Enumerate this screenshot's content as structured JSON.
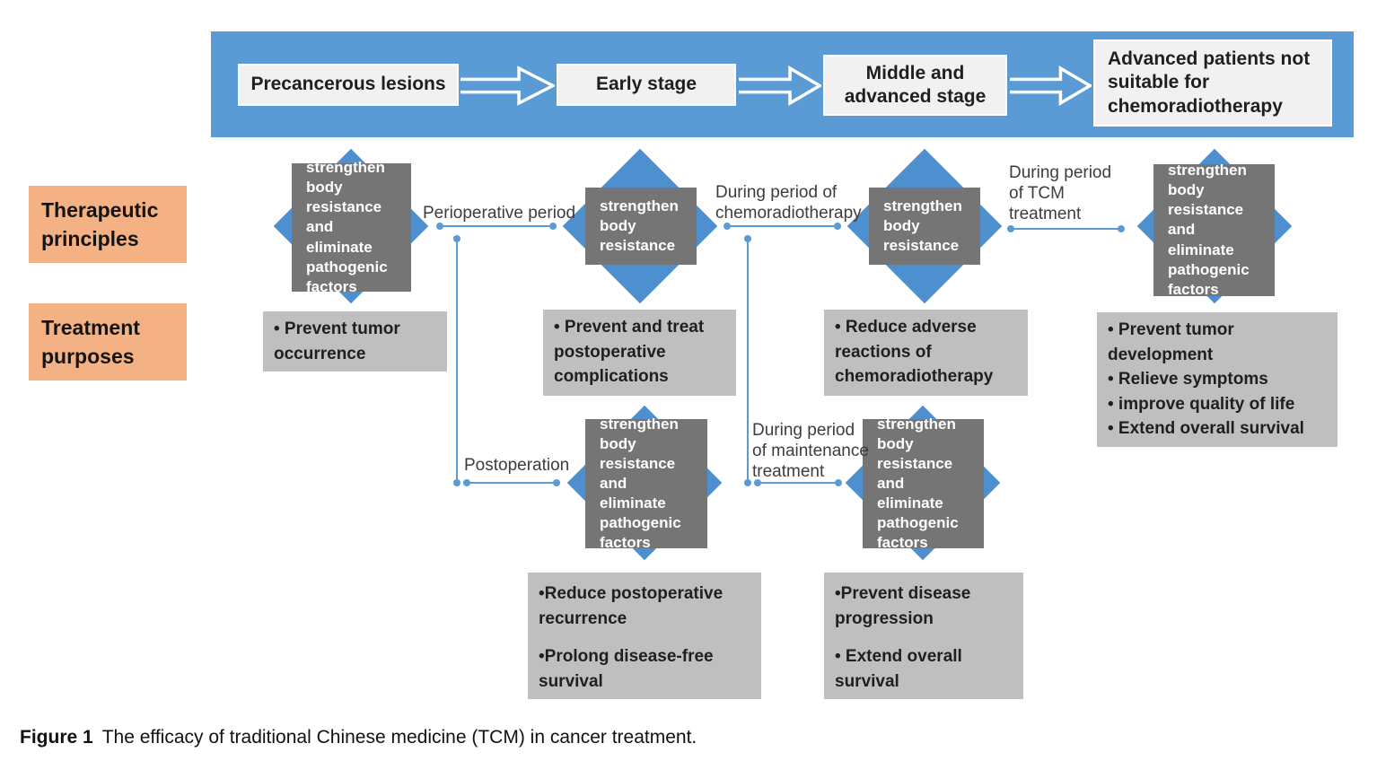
{
  "colors": {
    "banner_blue": "#5B9BD5",
    "diamond_blue": "#4E8FD0",
    "dark_gray": "#757575",
    "light_gray": "#BFBFBF",
    "orange": "#F4B183",
    "connector_blue": "#5B9BD5",
    "stage_box_bg": "#F1F1F1"
  },
  "banner": {
    "stages": [
      "Precancerous lesions",
      "Early stage",
      "Middle and advanced stage",
      "Advanced patients not suitable for chemoradiotherapy"
    ]
  },
  "row_labels": {
    "therapeutic": "Therapeutic principles",
    "treatment": "Treatment purposes"
  },
  "principle_boxes": {
    "col1": "strengthen\nbody\nresistance and\neliminate\npathogenic\nfactors",
    "col2": "strengthen\nbody\nresistance",
    "col3": "strengthen\nbody\nresistance",
    "col4": "strengthen\nbody\nresistance and\neliminate\npathogenic\nfactors",
    "low1": "strengthen\nbody\nresistance and\neliminate\npathogenic\nfactors",
    "low2": "strengthen\nbody\nresistance and\neliminate\npathogenic\nfactors"
  },
  "connector_labels": {
    "perioperative": "Perioperative period",
    "chemoradiotherapy": "During period of\nchemoradiotherapy",
    "tcm": "During period\nof TCM\ntreatment",
    "postoperation": "Postoperation",
    "maintenance": "During period\nof maintenance\ntreatment"
  },
  "purpose_boxes": {
    "occurrence": "• Prevent tumor occurrence",
    "postop_complications": "• Prevent and treat postoperative complications",
    "adverse_reactions": "• Reduce adverse reactions of chemoradiotherapy",
    "advanced": [
      "• Prevent tumor development",
      "• Relieve symptoms",
      "• improve quality of life",
      "• Extend overall survival"
    ],
    "recurrence": [
      "•Reduce postoperative recurrence",
      "•Prolong disease-free survival"
    ],
    "progression": [
      "•Prevent disease progression",
      "• Extend overall survival"
    ]
  },
  "caption": {
    "label": "Figure 1",
    "text": "The efficacy of traditional Chinese medicine (TCM) in cancer treatment."
  }
}
